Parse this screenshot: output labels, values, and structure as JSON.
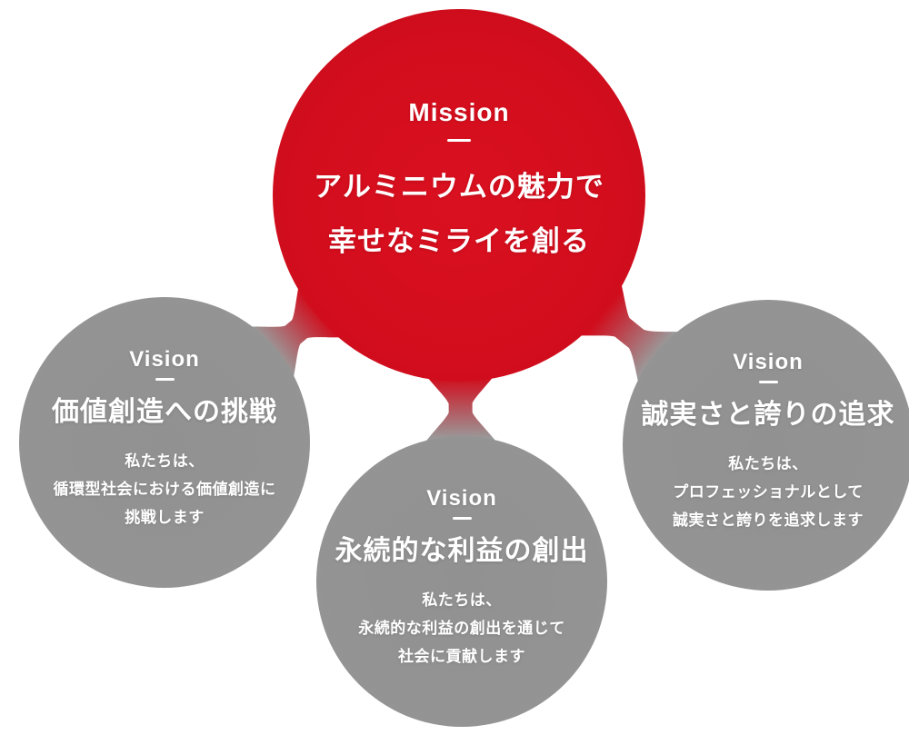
{
  "diagram": {
    "background": "#ffffff",
    "colors": {
      "mission_red": "#d30d1d",
      "mission_red_edge": "#c30c1b",
      "vision_gray": "#949494",
      "vision_gray_rim": "#ababab",
      "connector_red": "#d10c1c",
      "connector_gray": "#9a9a9a",
      "text": "#ffffff"
    },
    "mission": {
      "label": "Mission",
      "title_lines": [
        "アルミニウムの魅力で",
        "幸せなミライを創る"
      ]
    },
    "visions": [
      {
        "label": "Vision",
        "title": "価値創造への挑戦",
        "desc_lines": [
          "私たちは、",
          "循環型社会における価値創造に",
          "挑戦します"
        ]
      },
      {
        "label": "Vision",
        "title": "永続的な利益の創出",
        "desc_lines": [
          "私たちは、",
          "永続的な利益の創出を通じて",
          "社会に貢献します"
        ]
      },
      {
        "label": "Vision",
        "title": "誠実さと誇りの追求",
        "desc_lines": [
          "私たちは、",
          "プロフェッショナルとして",
          "誠実さと誇りを追求します"
        ]
      }
    ]
  }
}
